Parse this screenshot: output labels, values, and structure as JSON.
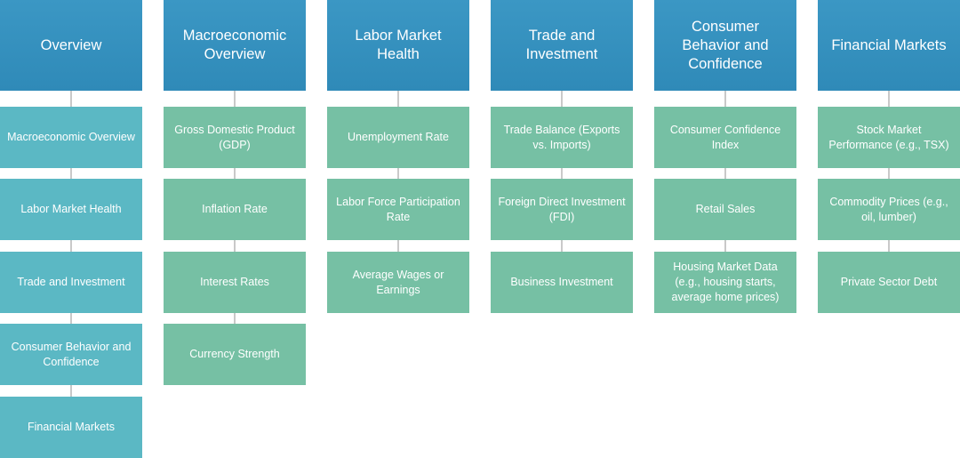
{
  "columns": [
    {
      "header": "Overview",
      "items": [
        "Macroeconomic Overview",
        "Labor Market Health",
        "Trade and Investment",
        "Consumer Behavior and Confidence",
        "Financial Markets"
      ]
    },
    {
      "header": "Macroeconomic Overview",
      "items": [
        "Gross Domestic Product (GDP)",
        "Inflation Rate",
        "Interest Rates",
        "Currency Strength"
      ]
    },
    {
      "header": "Labor Market Health",
      "items": [
        "Unemployment Rate",
        "Labor Force Participation Rate",
        "Average Wages or Earnings"
      ]
    },
    {
      "header": "Trade and Investment",
      "items": [
        "Trade Balance (Exports vs. Imports)",
        "Foreign Direct Investment (FDI)",
        "Business Investment"
      ]
    },
    {
      "header": "Consumer Behavior and Confidence",
      "items": [
        "Consumer Confidence Index",
        "Retail Sales",
        "Housing Market Data (e.g., housing starts, average home prices)"
      ]
    },
    {
      "header": "Financial Markets",
      "items": [
        "Stock Market Performance (e.g., TSX)",
        "Commodity Prices (e.g., oil, lumber)",
        "Private Sector Debt"
      ]
    }
  ],
  "colors": {
    "header": "#3193c0",
    "overview_item": "#5bb8c4",
    "detail_item": "#76c0a4",
    "connector": "#c9c9c9"
  }
}
